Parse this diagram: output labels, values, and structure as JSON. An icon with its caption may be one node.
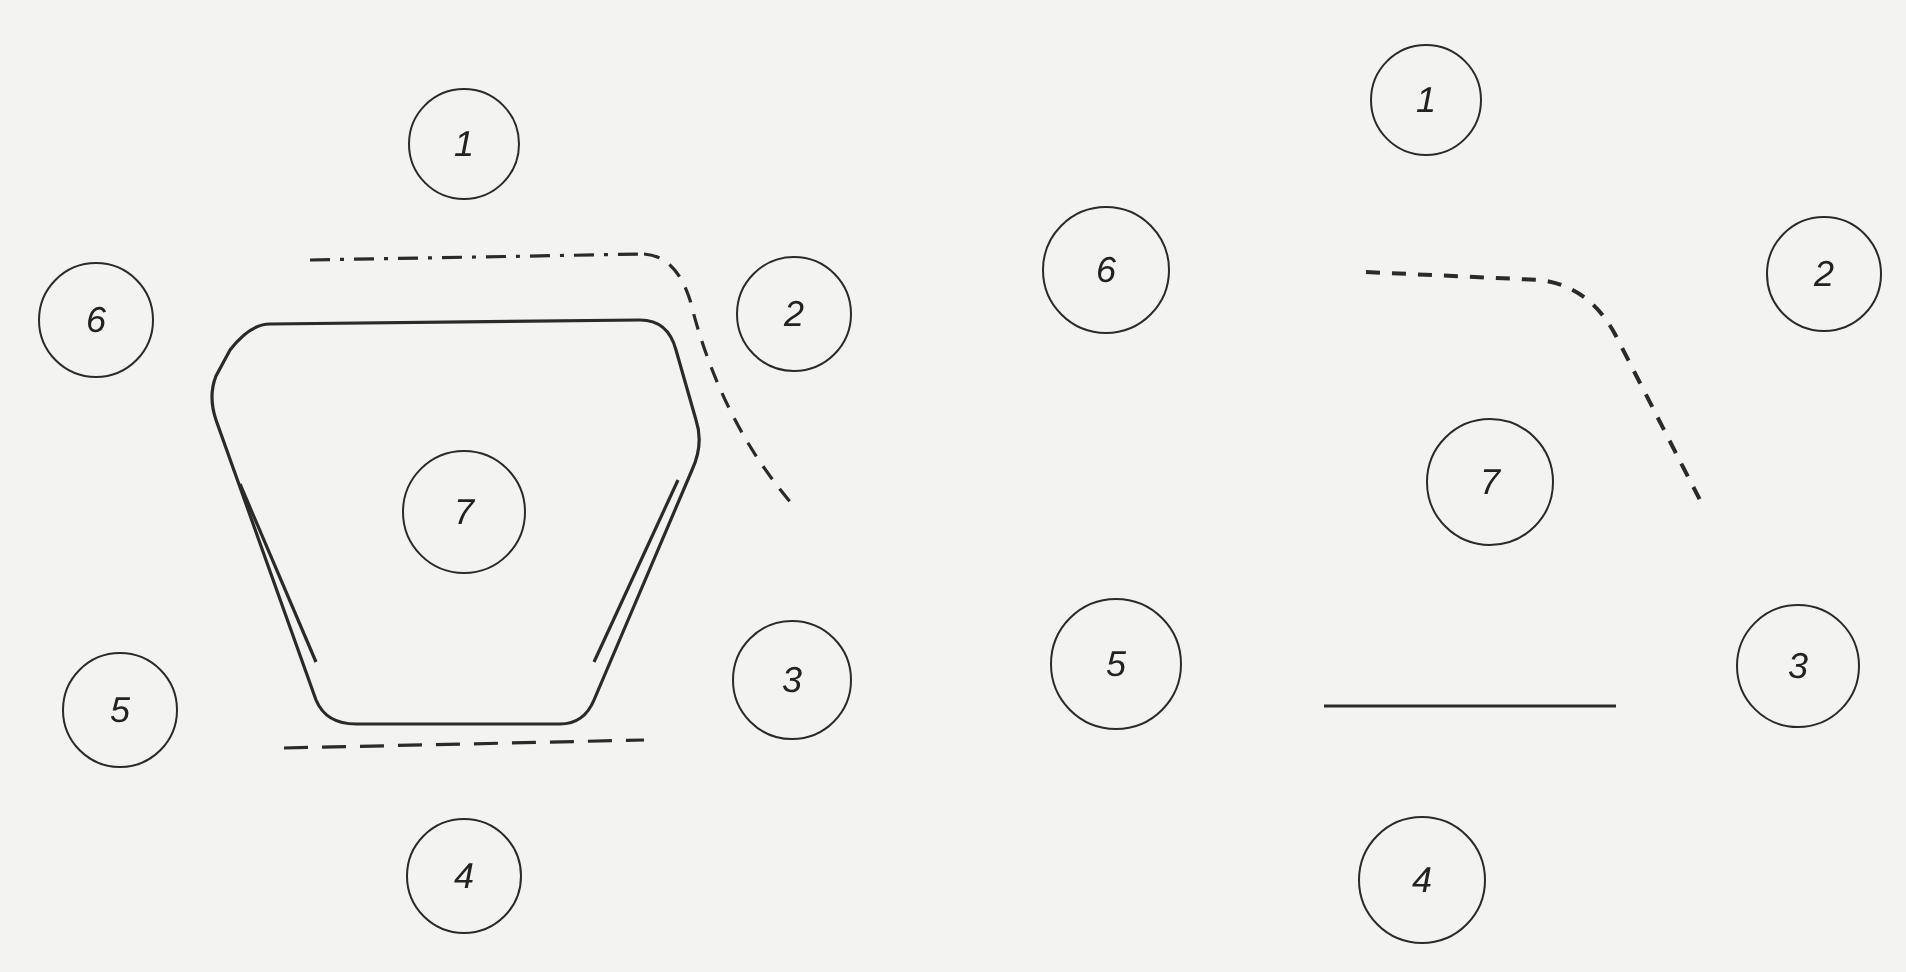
{
  "diagram": {
    "nodes": [
      {
        "text": [
          "1"
        ]
      },
      {
        "text": [
          "6"
        ]
      },
      {
        "text": [
          "2"
        ]
      },
      {
        "text": [
          "7"
        ]
      },
      {
        "text": [
          "5"
        ]
      },
      {
        "text": [
          "3"
        ]
      },
      {
        "text": [
          "4"
        ]
      },
      {
        "text": [
          "1"
        ]
      },
      {
        "text": [
          "6"
        ]
      },
      {
        "text": [
          "2"
        ]
      },
      {
        "text": [
          "7"
        ]
      },
      {
        "text": [
          "5"
        ]
      },
      {
        "text": [
          "3"
        ]
      },
      {
        "text": [
          "4"
        ]
      }
    ]
  }
}
